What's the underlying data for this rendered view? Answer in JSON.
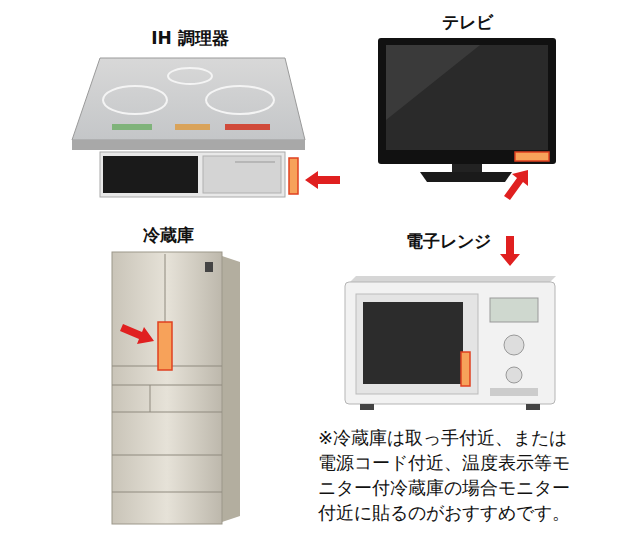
{
  "diagram": {
    "labels": [
      "IH 調理器",
      "テレビ",
      "冷蔵庫",
      "電子レンジ",
      "※冷蔵庫は取っ手付近、または電源コード付近、温度表示等モニター付冷蔵庫の場合モニター付近に貼るのがおすすめです。"
    ]
  }
}
